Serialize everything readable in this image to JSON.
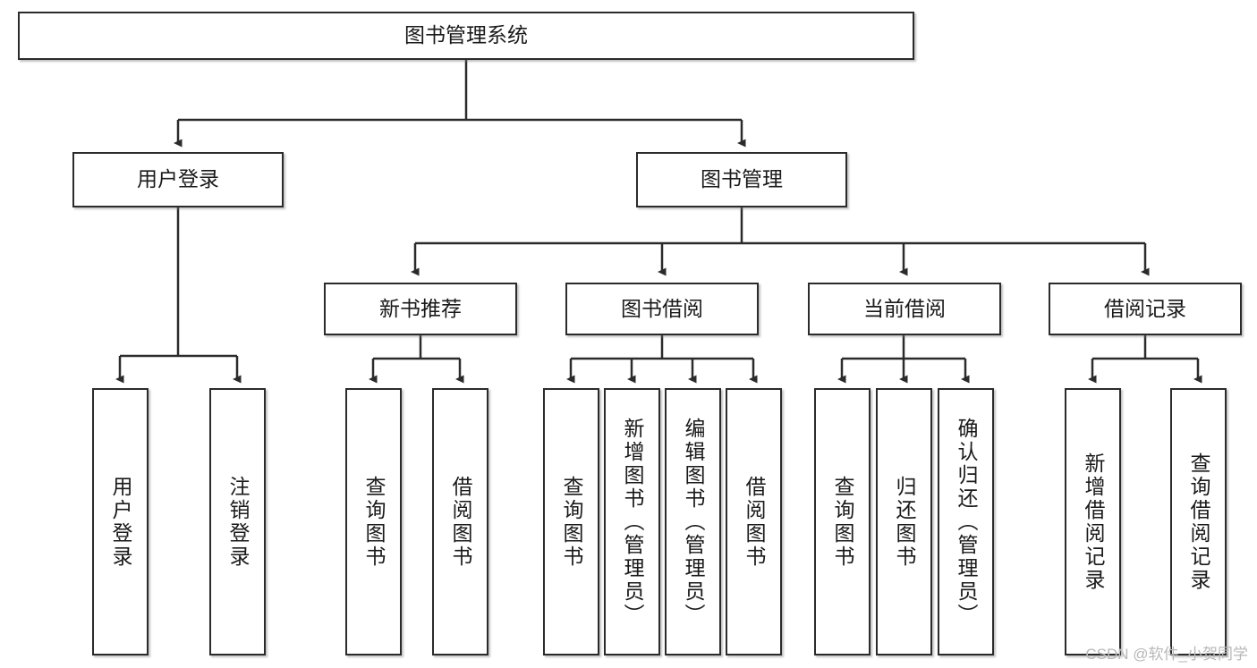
{
  "diagram": {
    "type": "tree-hierarchy",
    "title": "图书管理系统",
    "orientation": "top-down",
    "root": {
      "id": "root",
      "label": "图书管理系统",
      "text_direction": "horizontal"
    },
    "level2": [
      {
        "id": "user-login",
        "label": "用户登录",
        "text_direction": "horizontal"
      },
      {
        "id": "book-manage",
        "label": "图书管理",
        "text_direction": "horizontal"
      }
    ],
    "level3": [
      {
        "id": "new-book-recommend",
        "label": "新书推荐",
        "text_direction": "horizontal",
        "parent": "book-manage"
      },
      {
        "id": "book-borrow",
        "label": "图书借阅",
        "text_direction": "horizontal",
        "parent": "book-manage"
      },
      {
        "id": "current-borrow",
        "label": "当前借阅",
        "text_direction": "horizontal",
        "parent": "book-manage"
      },
      {
        "id": "borrow-record",
        "label": "借阅记录",
        "text_direction": "horizontal",
        "parent": "book-manage"
      }
    ],
    "leaves": [
      {
        "id": "leaf-user-login",
        "label": "用户登录",
        "text_direction": "vertical",
        "parent": "user-login"
      },
      {
        "id": "leaf-logout-login",
        "label": "注销登录",
        "text_direction": "vertical",
        "parent": "user-login"
      },
      {
        "id": "leaf-query-book-1",
        "label": "查询图书",
        "text_direction": "vertical",
        "parent": "new-book-recommend"
      },
      {
        "id": "leaf-borrow-book-1",
        "label": "借阅图书",
        "text_direction": "vertical",
        "parent": "new-book-recommend"
      },
      {
        "id": "leaf-query-book-2",
        "label": "查询图书",
        "text_direction": "vertical",
        "parent": "book-borrow"
      },
      {
        "id": "leaf-add-book",
        "label": "新增图书（管理员）",
        "text_direction": "vertical",
        "parent": "book-borrow"
      },
      {
        "id": "leaf-edit-book",
        "label": "编辑图书（管理员）",
        "text_direction": "vertical",
        "parent": "book-borrow"
      },
      {
        "id": "leaf-borrow-book-2",
        "label": "借阅图书",
        "text_direction": "vertical",
        "parent": "book-borrow"
      },
      {
        "id": "leaf-query-book-3",
        "label": "查询图书",
        "text_direction": "vertical",
        "parent": "current-borrow"
      },
      {
        "id": "leaf-return-book",
        "label": "归还图书",
        "text_direction": "vertical",
        "parent": "current-borrow"
      },
      {
        "id": "leaf-confirm-return",
        "label": "确认归还（管理员）",
        "text_direction": "vertical",
        "parent": "current-borrow"
      },
      {
        "id": "leaf-add-record",
        "label": "新增借阅记录",
        "text_direction": "vertical",
        "parent": "borrow-record"
      },
      {
        "id": "leaf-query-record",
        "label": "查询借阅记录",
        "text_direction": "vertical",
        "parent": "borrow-record"
      }
    ],
    "colors": {
      "box_border": "#2b2b2b",
      "box_fill": "#ffffff",
      "connector": "#333333",
      "text": "#1a1a1a",
      "watermark": "#b8b8b8"
    }
  },
  "watermark": {
    "text": "CSDN @软件_小贺同学"
  }
}
